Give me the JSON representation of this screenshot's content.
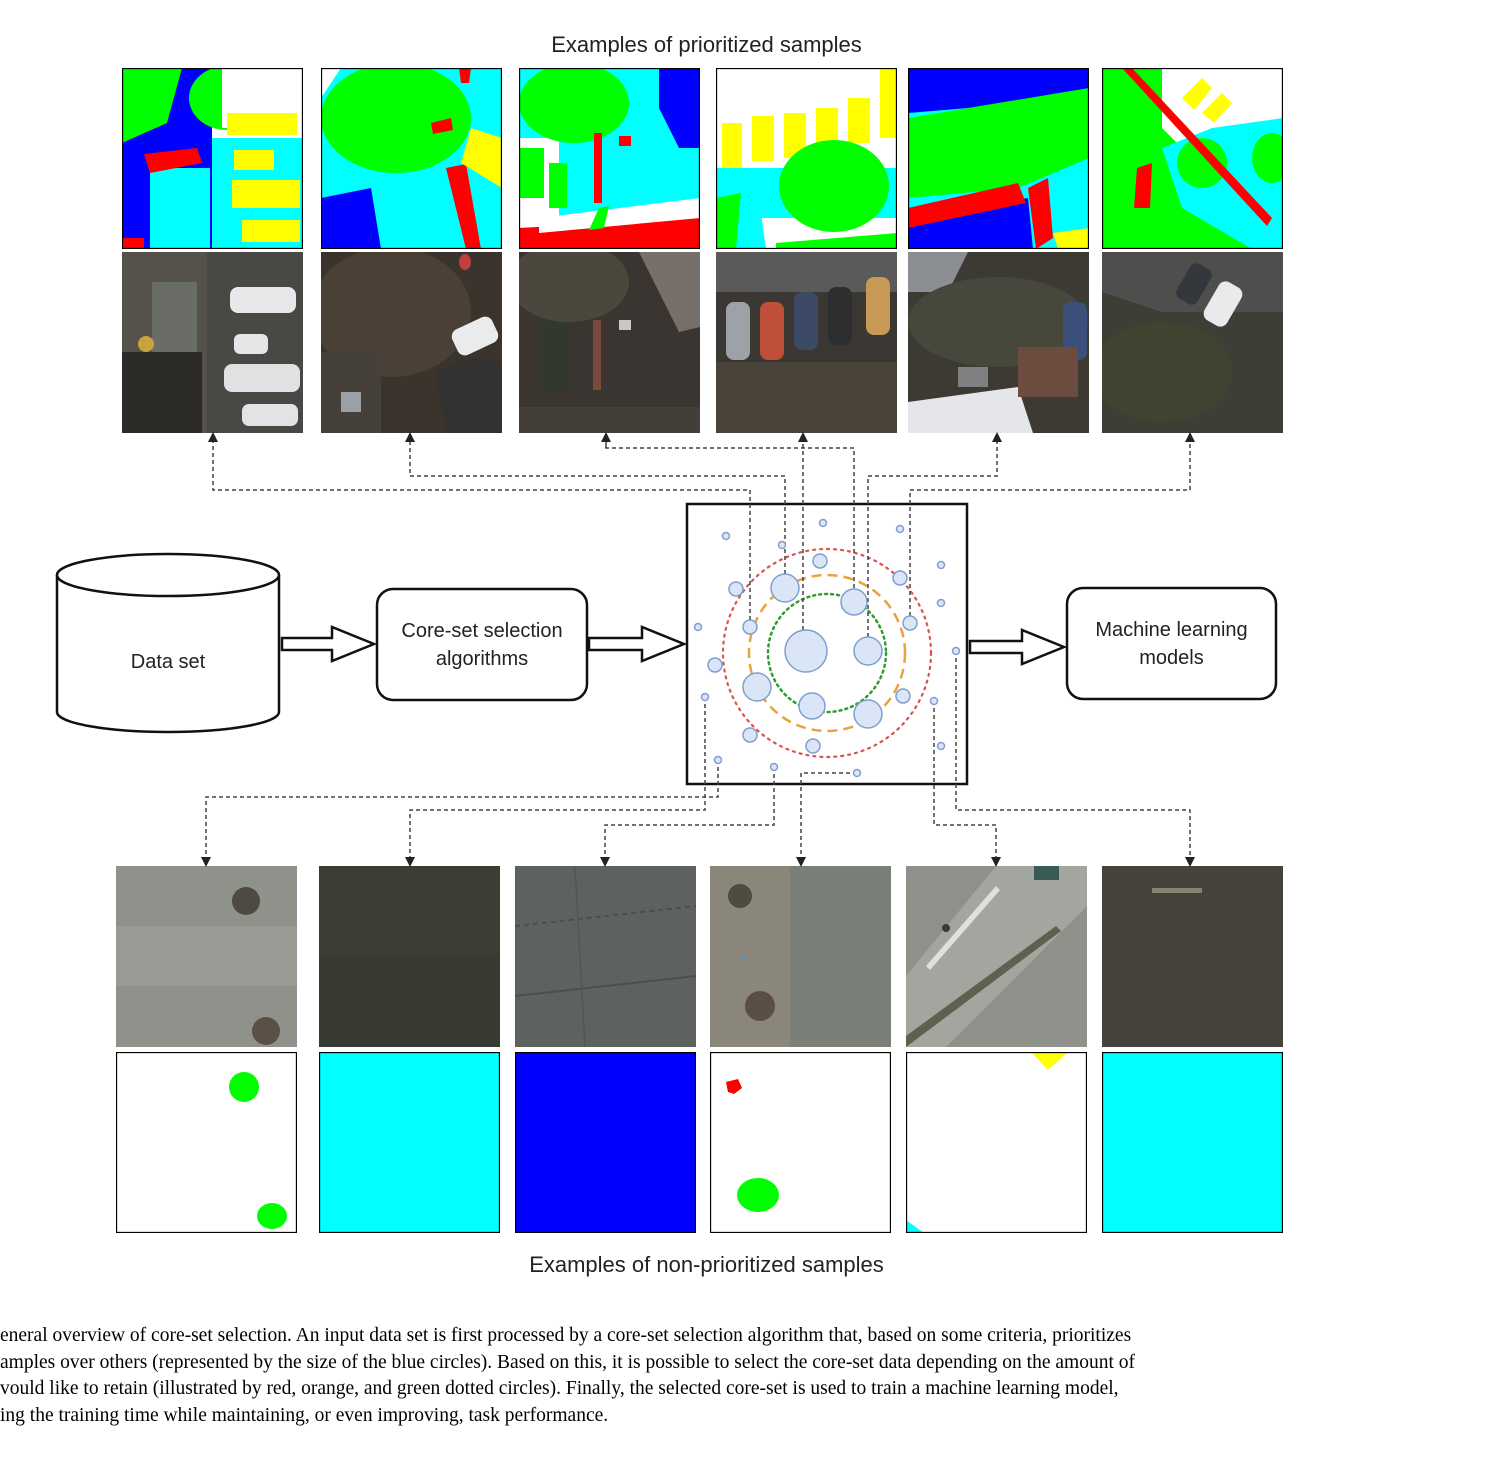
{
  "figure": {
    "top_heading": "Examples of prioritized samples",
    "bottom_heading": "Examples of non-prioritized samples",
    "nodes": {
      "dataset": "Data set",
      "algorithm": [
        "Core-set selection",
        "algorithms"
      ],
      "models": [
        "Machine learning",
        "models"
      ]
    },
    "colors": {
      "impervious_surfaces": "#ffffff",
      "building": "#0000ff",
      "low_vegetation": "#00ffff",
      "tree": "#00ff00",
      "car": "#ffff00",
      "clutter": "#ff0000",
      "point_fill": "#dae6f7",
      "point_stroke": "#7f9fce",
      "retain_large": "#d9534f",
      "retain_medium": "#e8a33d",
      "retain_small": "#2e9e2e"
    }
  },
  "caption": [
    "eneral overview of core-set selection. An input data set is first processed by a core-set selection algorithm that, based on some criteria, prioritizes",
    "amples over others (represented by the size of the blue circles). Based on this, it is possible to select the core-set data depending on the amount of",
    "vould like to retain (illustrated by red, orange, and green dotted circles). Finally, the selected core-set is used to train a machine learning model,",
    "ing the training time while maintaining, or even improving, task performance."
  ]
}
